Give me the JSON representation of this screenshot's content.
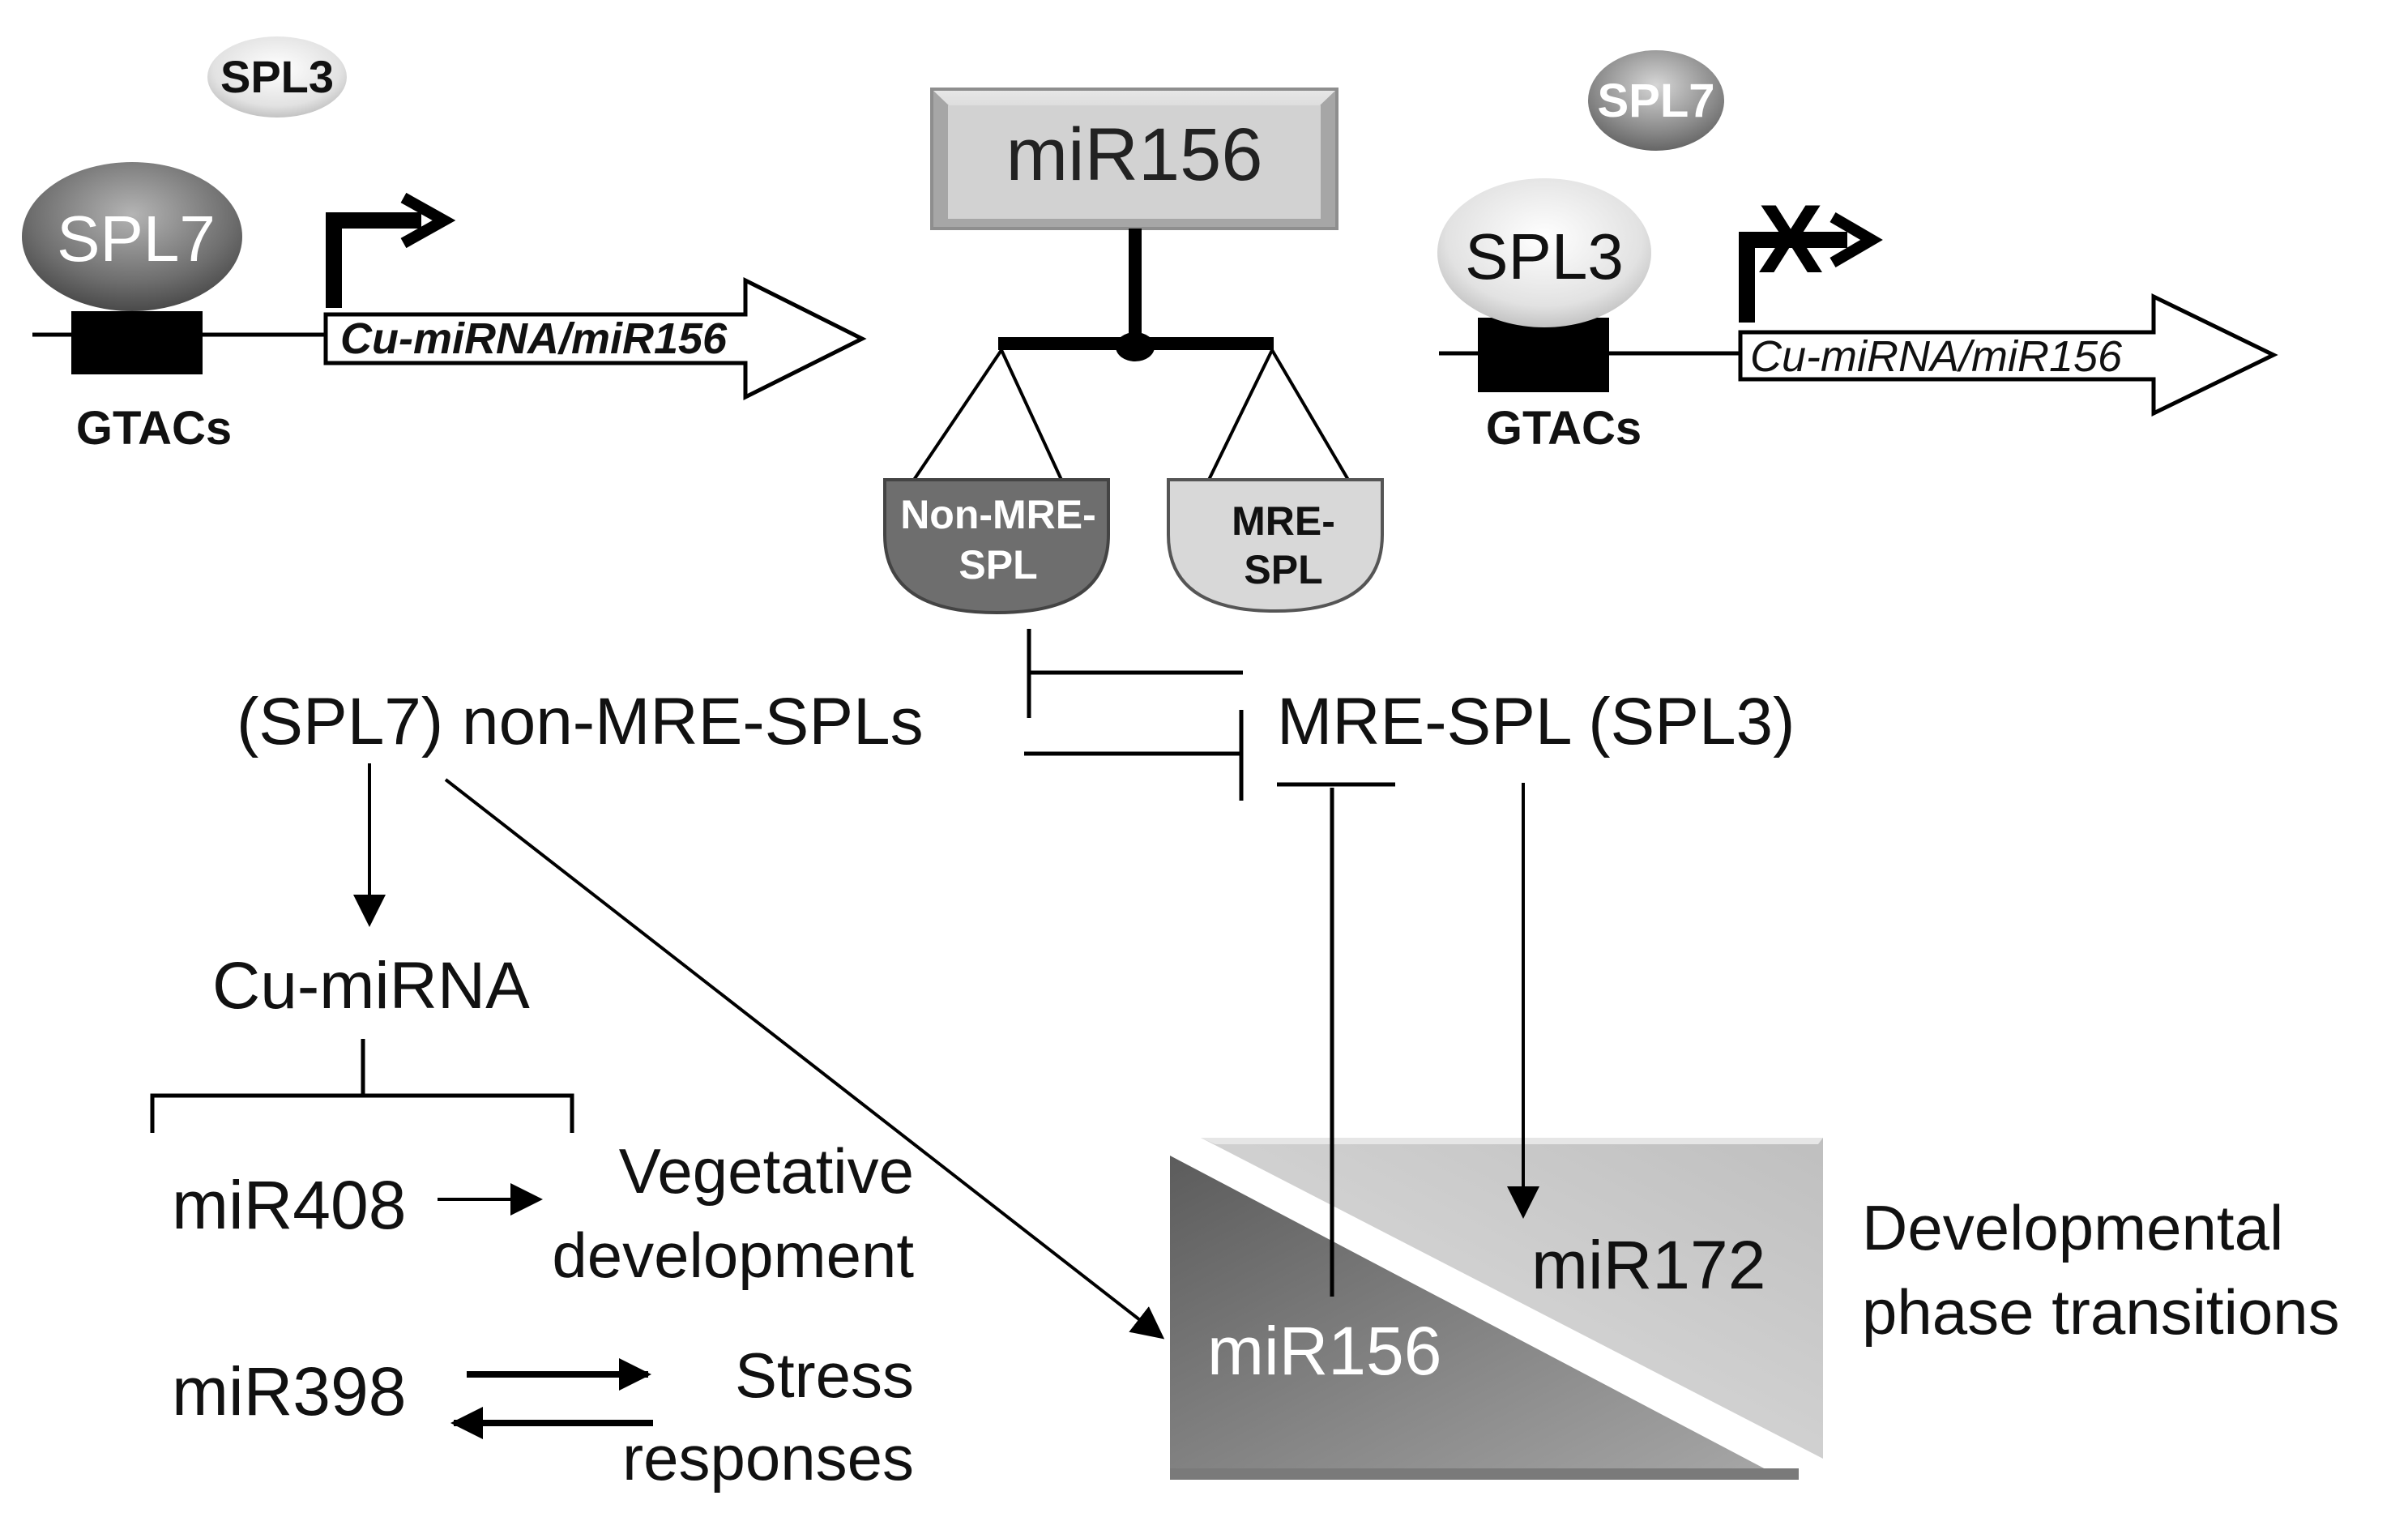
{
  "promoter_left": {
    "free_protein": "SPL3",
    "bound_protein": "SPL7",
    "element": "GTACs",
    "gene": "Cu-miRNA/miR156"
  },
  "promoter_right": {
    "free_protein": "SPL7",
    "bound_protein": "SPL3",
    "element": "GTACs",
    "gene": "Cu-miRNA/miR156",
    "block_mark": "X"
  },
  "balance": {
    "beam_label": "miR156",
    "left_pan": [
      "Non-MRE-",
      "SPL"
    ],
    "right_pan": [
      "MRE-",
      "SPL"
    ]
  },
  "nodes": {
    "non_mre": "(SPL7) non-MRE-SPLs",
    "mre": "MRE-SPL (SPL3)",
    "cu_mirna": "Cu-miRNA",
    "mir408": "miR408",
    "vegetative": [
      "Vegetative",
      "development"
    ],
    "mir398": "miR398",
    "stress": [
      "Stress",
      "responses"
    ],
    "tri_mir156": "miR156",
    "tri_mir172": "miR172",
    "phase": [
      "Developmental",
      "phase transitions"
    ]
  },
  "colors": {
    "dark_gray": "#6e6e6e",
    "light_gray": "#cdcdcd",
    "black": "#000000"
  }
}
